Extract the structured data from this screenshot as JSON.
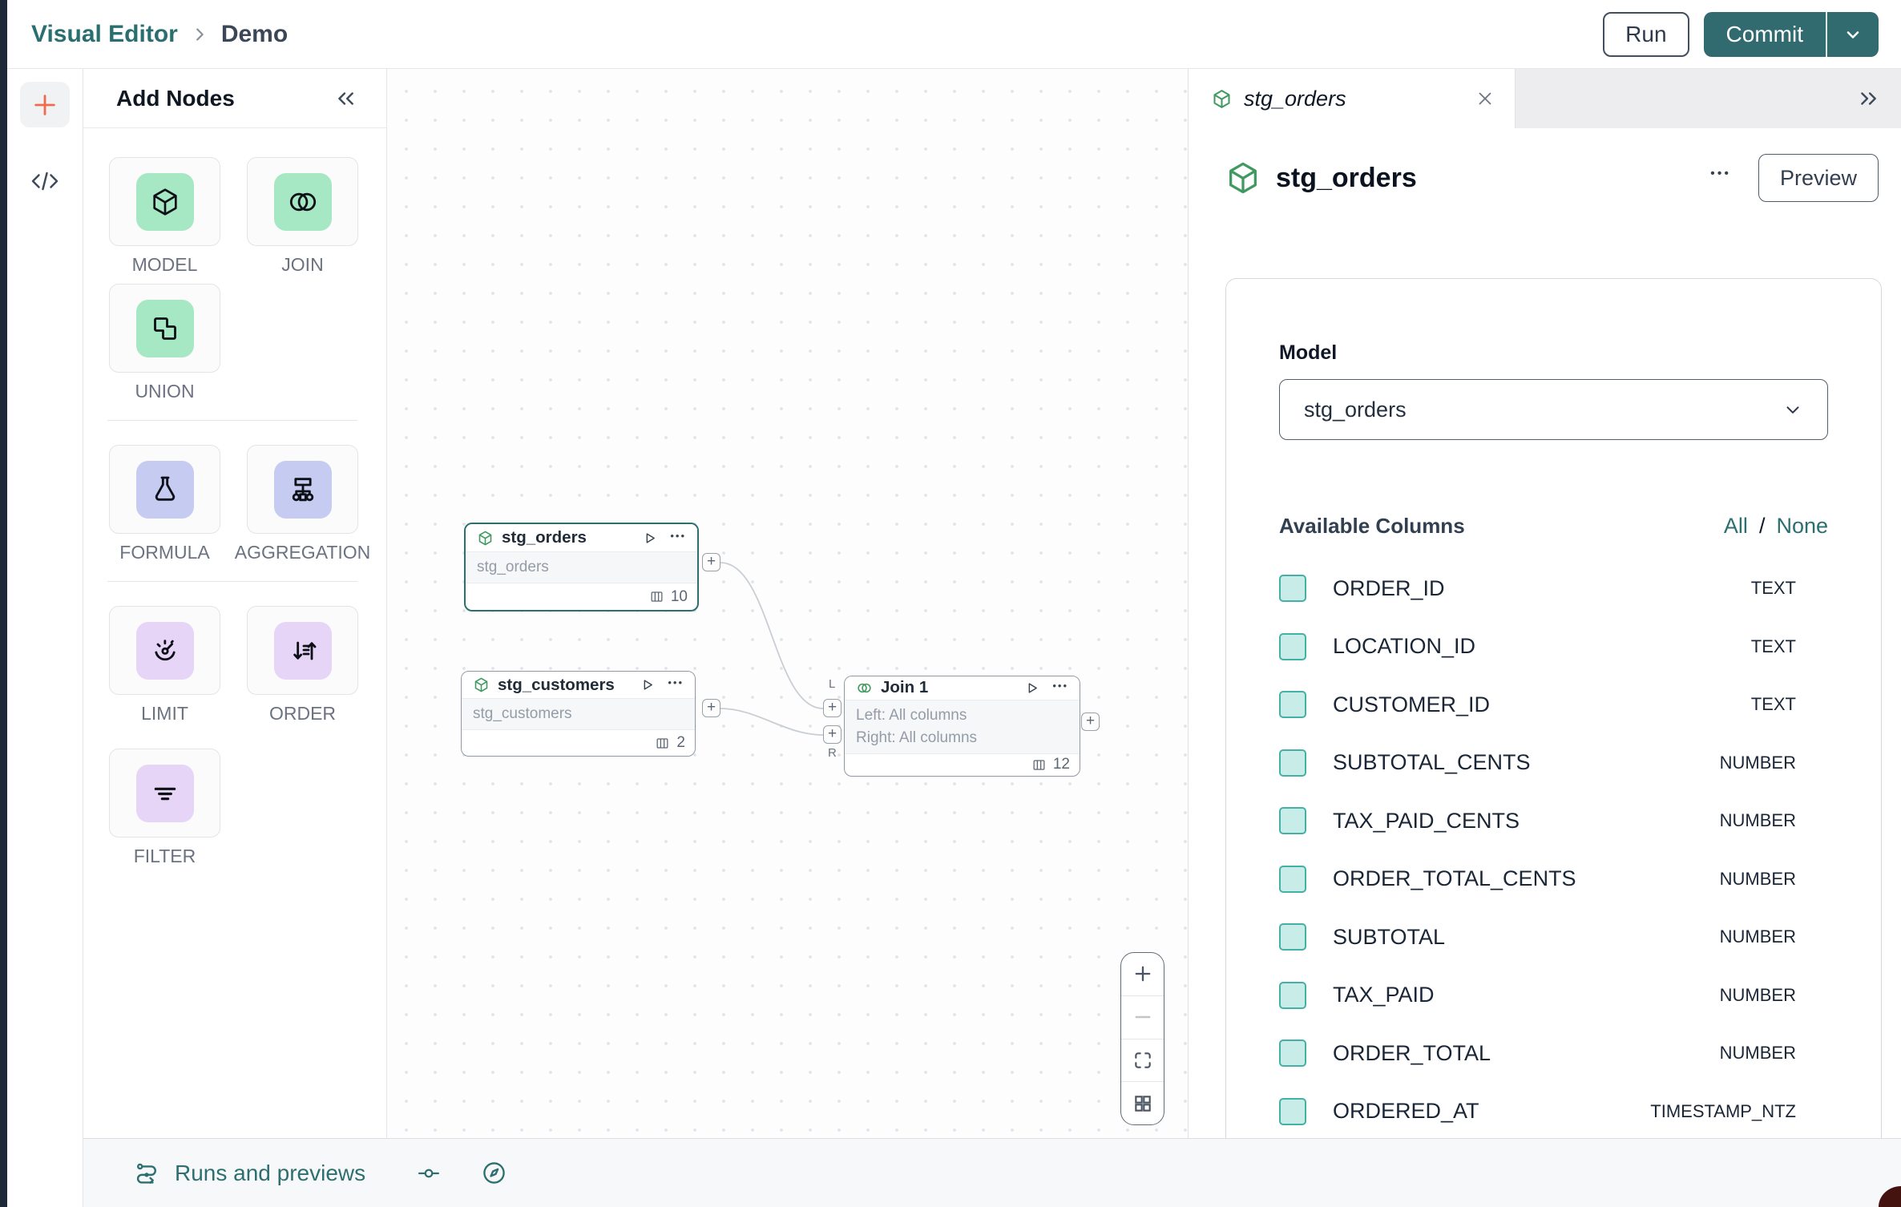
{
  "topbar": {
    "breadcrumb": {
      "root": "Visual Editor",
      "current": "Demo"
    },
    "run_label": "Run",
    "commit_label": "Commit"
  },
  "add_nodes": {
    "title": "Add Nodes",
    "tiles": [
      {
        "label": "MODEL"
      },
      {
        "label": "JOIN"
      },
      {
        "label": "UNION"
      },
      {
        "label": "FORMULA"
      },
      {
        "label": "AGGREGATION"
      },
      {
        "label": "LIMIT"
      },
      {
        "label": "ORDER"
      },
      {
        "label": "FILTER"
      }
    ]
  },
  "canvas": {
    "nodes": {
      "stg_orders": {
        "title": "stg_orders",
        "subtitle": "stg_orders",
        "column_count": "10"
      },
      "stg_customers": {
        "title": "stg_customers",
        "subtitle": "stg_customers",
        "column_count": "2"
      },
      "join": {
        "title": "Join 1",
        "body_lines": [
          "Left: All columns",
          "Right: All columns"
        ],
        "column_count": "12",
        "port_left_label": "L",
        "port_right_label": "R"
      }
    }
  },
  "right_panel": {
    "tab": {
      "title": "stg_orders"
    },
    "header": {
      "title": "stg_orders",
      "preview_label": "Preview",
      "menu_glyph": "•••"
    },
    "model": {
      "label": "Model",
      "value": "stg_orders"
    },
    "columns": {
      "title": "Available Columns",
      "all_label": "All",
      "separator": "/",
      "none_label": "None",
      "items": [
        {
          "name": "ORDER_ID",
          "type": "TEXT"
        },
        {
          "name": "LOCATION_ID",
          "type": "TEXT"
        },
        {
          "name": "CUSTOMER_ID",
          "type": "TEXT"
        },
        {
          "name": "SUBTOTAL_CENTS",
          "type": "NUMBER"
        },
        {
          "name": "TAX_PAID_CENTS",
          "type": "NUMBER"
        },
        {
          "name": "ORDER_TOTAL_CENTS",
          "type": "NUMBER"
        },
        {
          "name": "SUBTOTAL",
          "type": "NUMBER"
        },
        {
          "name": "TAX_PAID",
          "type": "NUMBER"
        },
        {
          "name": "ORDER_TOTAL",
          "type": "NUMBER"
        },
        {
          "name": "ORDERED_AT",
          "type": "TIMESTAMP_NTZ"
        }
      ]
    }
  },
  "bottom_bar": {
    "runs_label": "Runs and previews"
  },
  "node_kebab_glyph": "•••",
  "colors": {
    "accent_teal": "#2d6f70",
    "commit_button": "#316b70",
    "selected_node_border": "#2c6f70",
    "green_icon_bg": "#a6e7c4",
    "periwinkle_icon_bg": "#c5cbf1",
    "purple_icon_bg": "#e6d5f7",
    "checkbox_fill": "#c8ece8",
    "checkbox_border": "#45b0a6",
    "orange_plus": "#ee6c4d"
  }
}
